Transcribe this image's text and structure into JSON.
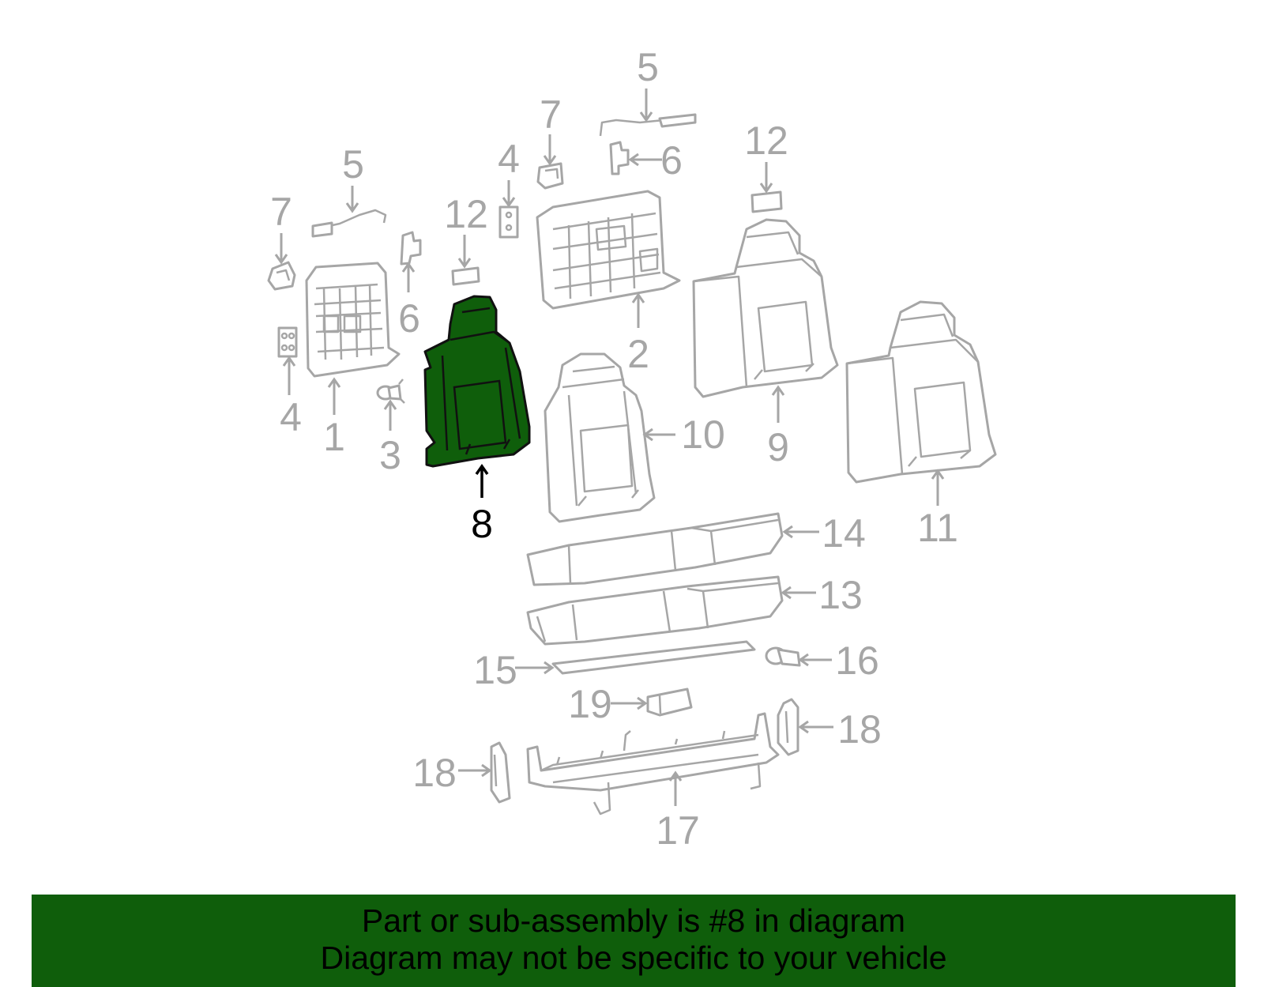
{
  "diagram": {
    "highlight_color": "#0f5e0b",
    "part_color": "#a6a6a6",
    "callouts": [
      {
        "id": "l7a",
        "text": "7"
      },
      {
        "id": "l5a",
        "text": "5"
      },
      {
        "id": "l4a",
        "text": "4"
      },
      {
        "id": "l1",
        "text": "1"
      },
      {
        "id": "l3",
        "text": "3"
      },
      {
        "id": "l6a",
        "text": "6"
      },
      {
        "id": "l12a",
        "text": "12"
      },
      {
        "id": "l4b",
        "text": "4"
      },
      {
        "id": "l7b",
        "text": "7"
      },
      {
        "id": "l5b",
        "text": "5"
      },
      {
        "id": "l6b",
        "text": "6"
      },
      {
        "id": "l2",
        "text": "2"
      },
      {
        "id": "l12b",
        "text": "12"
      },
      {
        "id": "l9",
        "text": "9"
      },
      {
        "id": "l10",
        "text": "10"
      },
      {
        "id": "l11",
        "text": "11"
      },
      {
        "id": "l8",
        "text": "8"
      },
      {
        "id": "l14",
        "text": "14"
      },
      {
        "id": "l13",
        "text": "13"
      },
      {
        "id": "l15",
        "text": "15"
      },
      {
        "id": "l16",
        "text": "16"
      },
      {
        "id": "l19",
        "text": "19"
      },
      {
        "id": "l18a",
        "text": "18"
      },
      {
        "id": "l18b",
        "text": "18"
      },
      {
        "id": "l17",
        "text": "17"
      }
    ]
  },
  "banner": {
    "line1": "Part or sub-assembly is #8 in diagram",
    "line2": "Diagram may not be specific to your vehicle",
    "background": "#0f5e0b"
  }
}
